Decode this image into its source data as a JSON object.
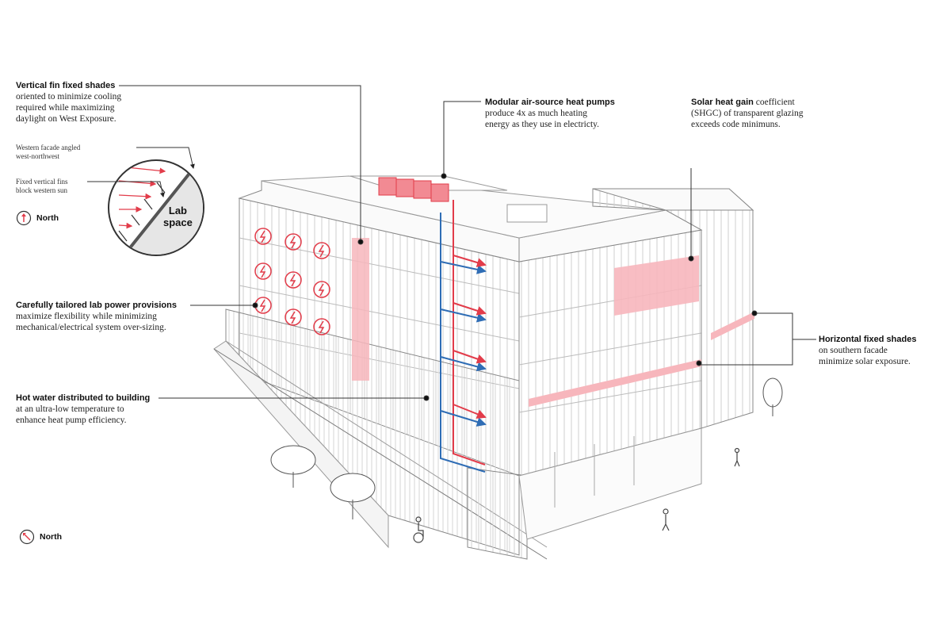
{
  "colors": {
    "accent": "#e23c4a",
    "accent_fill": "#f7b6bc",
    "pipe_blue": "#2f6db5",
    "line": "#555555"
  },
  "annotations": {
    "fins": {
      "title": "Vertical fin fixed shades",
      "body": [
        "oriented to minimize cooling",
        "required while maximizing",
        "daylight on West Exposure."
      ]
    },
    "heatpumps": {
      "title": "Modular air-source heat pumps",
      "body": [
        "produce 4x as much heating",
        "energy as they use in electricty."
      ]
    },
    "solar": {
      "title": "Solar heat gain",
      "title_rest": " coefficient",
      "body": [
        "(SHGC) of transparent glazing",
        "exceeds code minimuns."
      ]
    },
    "power": {
      "title": "Carefully tailored lab power provisions",
      "body": [
        "maximize flexibility while minimizing",
        "mechanical/electrical system over-sizing."
      ]
    },
    "horizontal": {
      "title": "Horizontal fixed shades",
      "body": [
        "on southern facade",
        "minimize solar exposure."
      ]
    },
    "hotwater": {
      "title": "Hot water distributed to building",
      "body": [
        "at an ultra-low temperature to",
        "enhance heat pump efficiency."
      ]
    }
  },
  "inset": {
    "western_facade": [
      "Western facade angled",
      "west-northwest"
    ],
    "fixed_fins": [
      "Fixed vertical fins",
      "block western sun"
    ],
    "lab_space": [
      "Lab",
      "space"
    ]
  },
  "north_labels": {
    "inset": "North",
    "main": "North"
  },
  "icons": [
    "north-arrow-icon",
    "power-outlet-icon",
    "tree-icon",
    "wheelchair-user-icon",
    "pedestrian-icon"
  ]
}
